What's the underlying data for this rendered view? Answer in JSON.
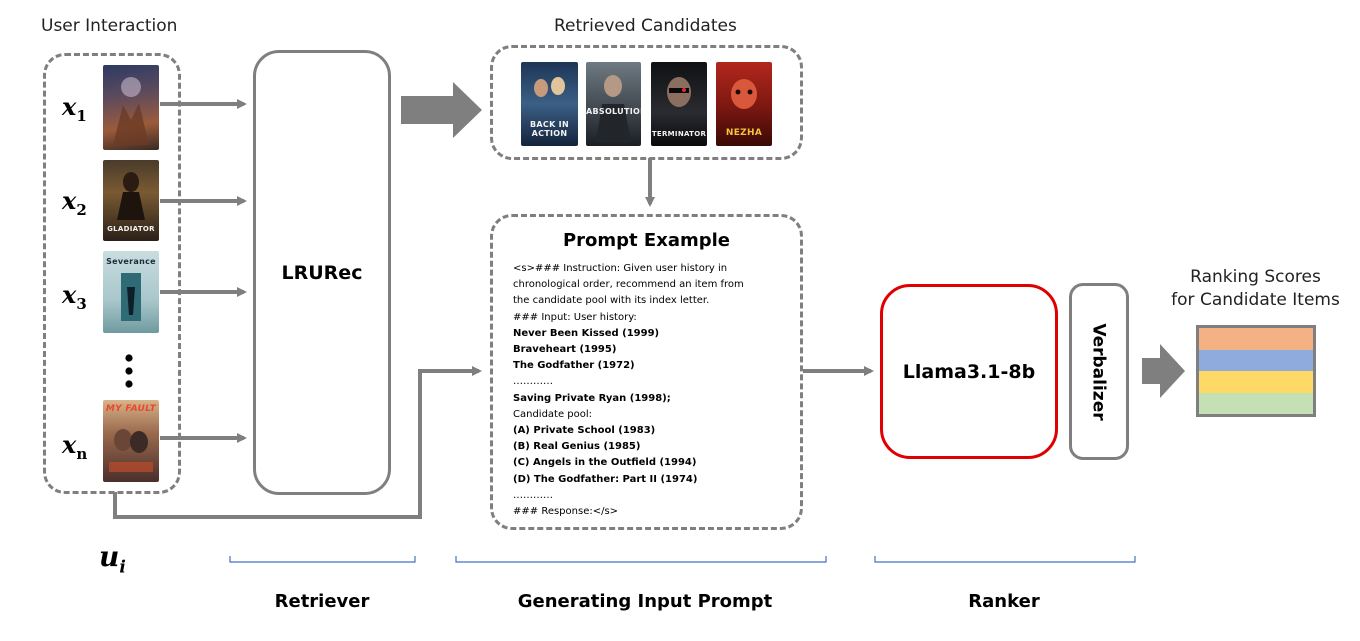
{
  "header": {
    "user_interaction": "User Interaction",
    "retrieved_candidates": "Retrieved Candidates",
    "ranking_scores_line1": "Ranking Scores",
    "ranking_scores_line2": "for Candidate Items"
  },
  "inputs": [
    {
      "var": "x",
      "sub": "1"
    },
    {
      "var": "x",
      "sub": "2"
    },
    {
      "var": "x",
      "sub": "3"
    },
    {
      "var": "x",
      "sub": "n"
    }
  ],
  "user_var": {
    "var": "u",
    "sub": "i"
  },
  "user_posters": [
    {
      "name": "poster-user-1",
      "title": ""
    },
    {
      "name": "poster-user-2",
      "title": "GLADIATOR"
    },
    {
      "name": "poster-user-3",
      "title": "Severance"
    },
    {
      "name": "poster-user-n",
      "title": "MY FAULT"
    }
  ],
  "candidate_posters": [
    {
      "name": "poster-back-in-action",
      "title": "BACK IN ACTION"
    },
    {
      "name": "poster-absolution",
      "title": "ABSOLUTION"
    },
    {
      "name": "poster-terminator",
      "title": "TERMINATOR"
    },
    {
      "name": "poster-nezha",
      "title": "NEZHA"
    }
  ],
  "retriever_box": "LRURec",
  "ranker_box": "Llama3.1-8b",
  "verbalizer_box": "Verbalizer",
  "prompt": {
    "title": "Prompt Example",
    "lines": [
      {
        "text": "<s>### Instruction: Given user history in",
        "bold": false
      },
      {
        "text": "chronological order, recommend an item from",
        "bold": false
      },
      {
        "text": "the candidate pool with its index letter.",
        "bold": false
      },
      {
        "text": "### Input: User history:",
        "bold": false
      },
      {
        "text": "Never Been Kissed (1999)",
        "bold": true
      },
      {
        "text": "Braveheart (1995)",
        "bold": true
      },
      {
        "text": "The Godfather (1972)",
        "bold": true
      },
      {
        "text": "…………",
        "bold": false
      },
      {
        "text": "Saving Private Ryan (1998);",
        "bold": true
      },
      {
        "text": "Candidate pool:",
        "bold": false
      },
      {
        "text": "(A) Private School (1983)",
        "bold": true
      },
      {
        "text": "(B) Real Genius (1985)",
        "bold": true
      },
      {
        "text": "(C) Angels in the Outfield (1994)",
        "bold": true
      },
      {
        "text": "(D) The Godfather: Part II (1974)",
        "bold": true
      },
      {
        "text": "…………",
        "bold": false
      },
      {
        "text": "### Response:</s>",
        "bold": false
      }
    ]
  },
  "score_colors": [
    "#f4b183",
    "#8faadc",
    "#ffd966",
    "#c5e0b4"
  ],
  "stages": {
    "retriever": "Retriever",
    "generating": "Generating Input Prompt",
    "ranker": "Ranker"
  }
}
